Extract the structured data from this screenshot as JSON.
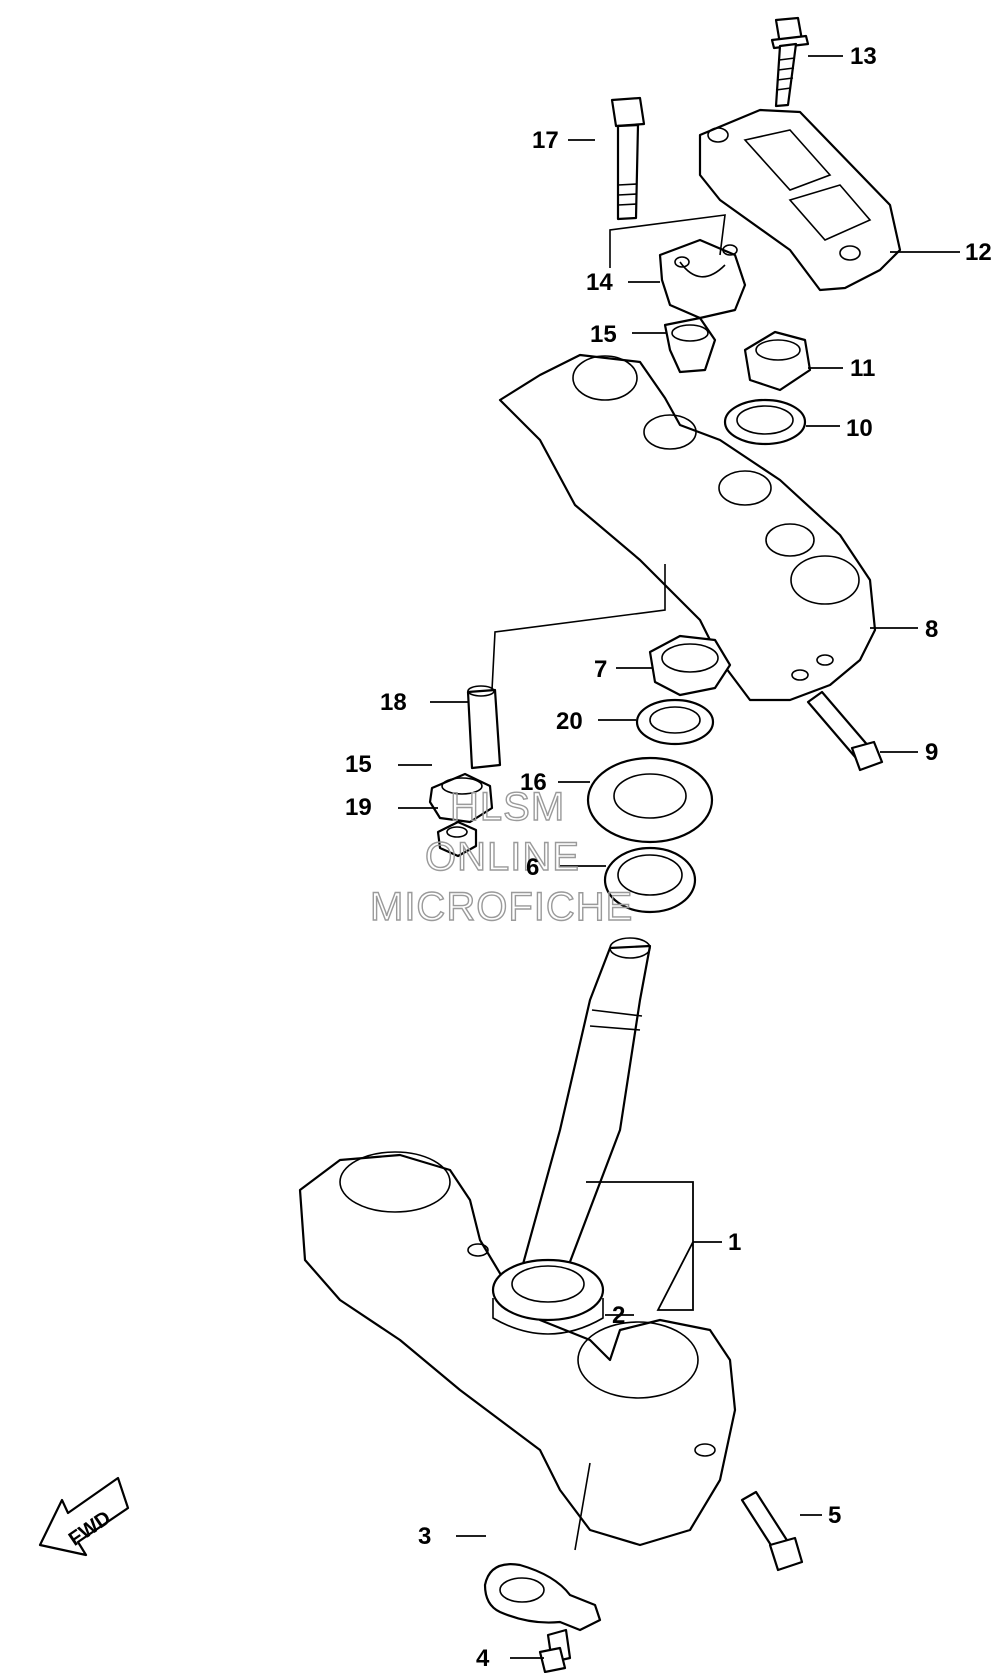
{
  "callouts": [
    "1",
    "2",
    "3",
    "4",
    "5",
    "6",
    "7",
    "8",
    "9",
    "10",
    "11",
    "12",
    "13",
    "14",
    "15",
    "15",
    "16",
    "17",
    "18",
    "19",
    "20"
  ],
  "direction_label": "FWD",
  "watermark": [
    "HLSM",
    "ONLINE",
    "MICROFICHE"
  ],
  "parts": [
    {
      "number": "1",
      "icon": "steering-stem-lower-bracket-icon"
    },
    {
      "number": "2",
      "icon": "bearing-icon"
    },
    {
      "number": "3",
      "icon": "hose-clamp-icon"
    },
    {
      "number": "4",
      "icon": "bolt-icon"
    },
    {
      "number": "5",
      "icon": "bolt-icon"
    },
    {
      "number": "6",
      "icon": "bearing-icon"
    },
    {
      "number": "7",
      "icon": "castle-nut-icon"
    },
    {
      "number": "8",
      "icon": "upper-bracket-icon"
    },
    {
      "number": "9",
      "icon": "bolt-icon"
    },
    {
      "number": "10",
      "icon": "washer-icon"
    },
    {
      "number": "11",
      "icon": "nut-icon"
    },
    {
      "number": "12",
      "icon": "handlebar-clamp-icon"
    },
    {
      "number": "13",
      "icon": "bolt-icon"
    },
    {
      "number": "14",
      "icon": "handlebar-holder-icon"
    },
    {
      "number": "15",
      "icon": "cushion-icon"
    },
    {
      "number": "16",
      "icon": "dust-seal-icon"
    },
    {
      "number": "17",
      "icon": "bolt-icon"
    },
    {
      "number": "18",
      "icon": "spacer-icon"
    },
    {
      "number": "19",
      "icon": "nut-icon"
    },
    {
      "number": "20",
      "icon": "washer-icon"
    }
  ]
}
